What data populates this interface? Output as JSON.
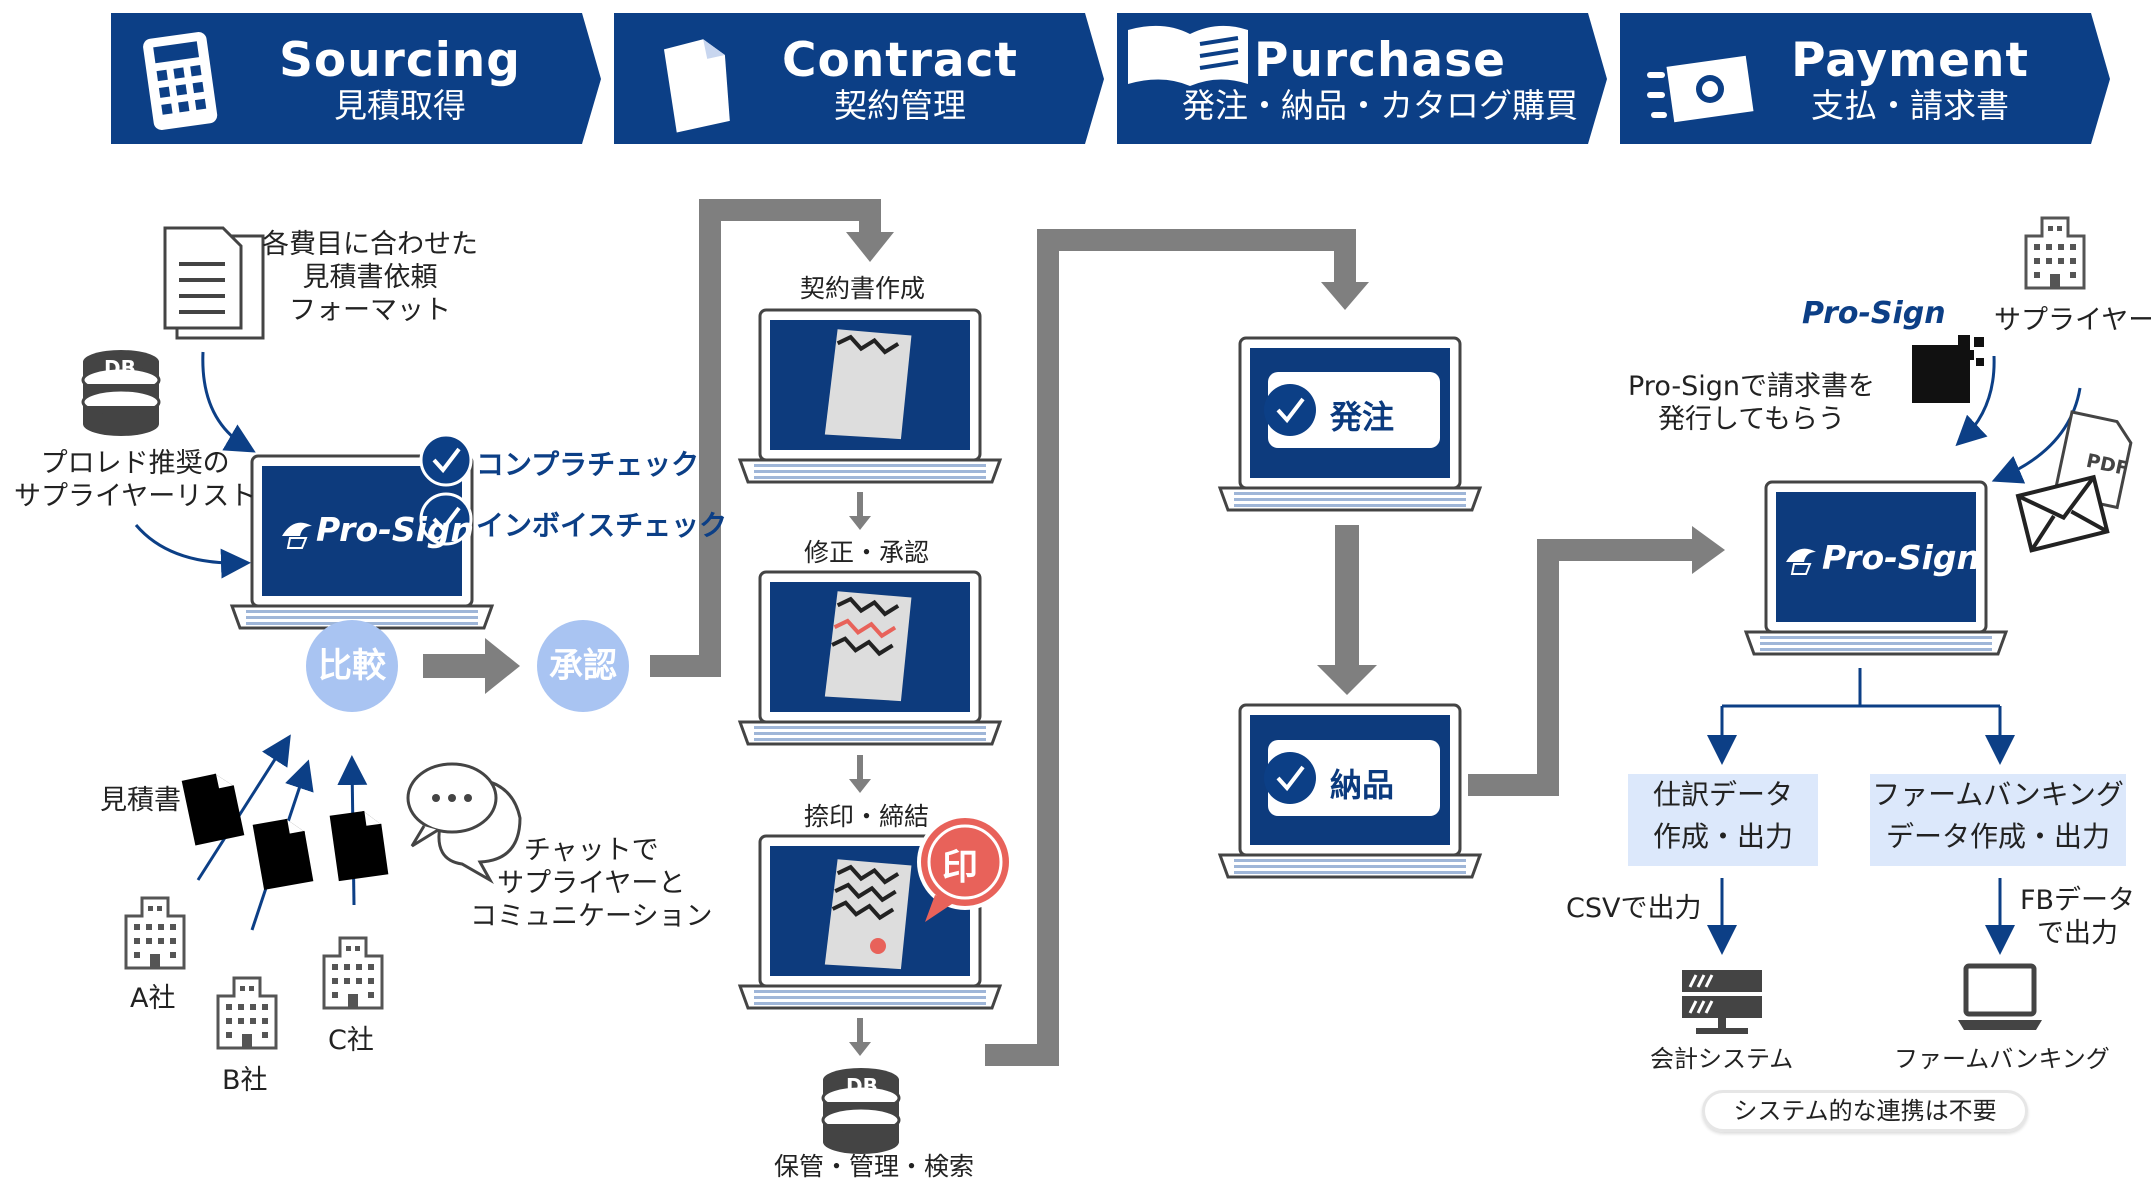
{
  "stages": [
    {
      "icon": "calculator-icon",
      "title": "Sourcing",
      "subtitle": "見積取得"
    },
    {
      "icon": "document-icon",
      "title": "Contract",
      "subtitle": "契約管理"
    },
    {
      "icon": "catalog-book-icon",
      "title": "Purchase",
      "subtitle": "発注・納品・カタログ購買"
    },
    {
      "icon": "cash-icon",
      "title": "Payment",
      "subtitle": "支払・請求書"
    }
  ],
  "sourcing": {
    "format_label": [
      "各費目に合わせた",
      "見積書依頼",
      "フォーマット"
    ],
    "db_label": "DB",
    "supplier_list_label": [
      "プロレド推奨の",
      "サプライヤーリスト"
    ],
    "brand": "Pro-Sign",
    "compliance_check": "コンプラチェック",
    "invoice_check": "インボイスチェック",
    "compare": "比較",
    "approve": "承認",
    "quote_label": "見積書",
    "chat_label": [
      "チャットで",
      "サプライヤーと",
      "コミュニケーション"
    ],
    "company_a": "A社",
    "company_b": "B社",
    "company_c": "C社"
  },
  "contract": {
    "step1": "契約書作成",
    "step2": "修正・承認",
    "step3": "捺印・締結",
    "seal": "印",
    "db_label": "DB",
    "storage": "保管・管理・検索"
  },
  "purchase": {
    "order": "発注",
    "delivery": "納品"
  },
  "payment": {
    "supplier": "サプライヤー",
    "brand": "Pro-Sign",
    "issue_label": [
      "Pro-Signで請求書を",
      "発行してもらう"
    ],
    "pdf": "PDF",
    "journal_box": [
      "仕訳データ",
      "作成・出力"
    ],
    "fb_box": [
      "ファームバンキング",
      "データ作成・出力"
    ],
    "csv_label": "CSVで出力",
    "fb_label": [
      "FBデータ",
      "で出力"
    ],
    "accounting": "会計システム",
    "firm_banking": "ファームバンキング",
    "no_integration": "システム的な連携は不要"
  },
  "colors": {
    "navy": "#0c3f86",
    "gray_arrow": "#7f7f7f",
    "light_blue": "#a9c4f2",
    "seal_red": "#e8625a"
  }
}
